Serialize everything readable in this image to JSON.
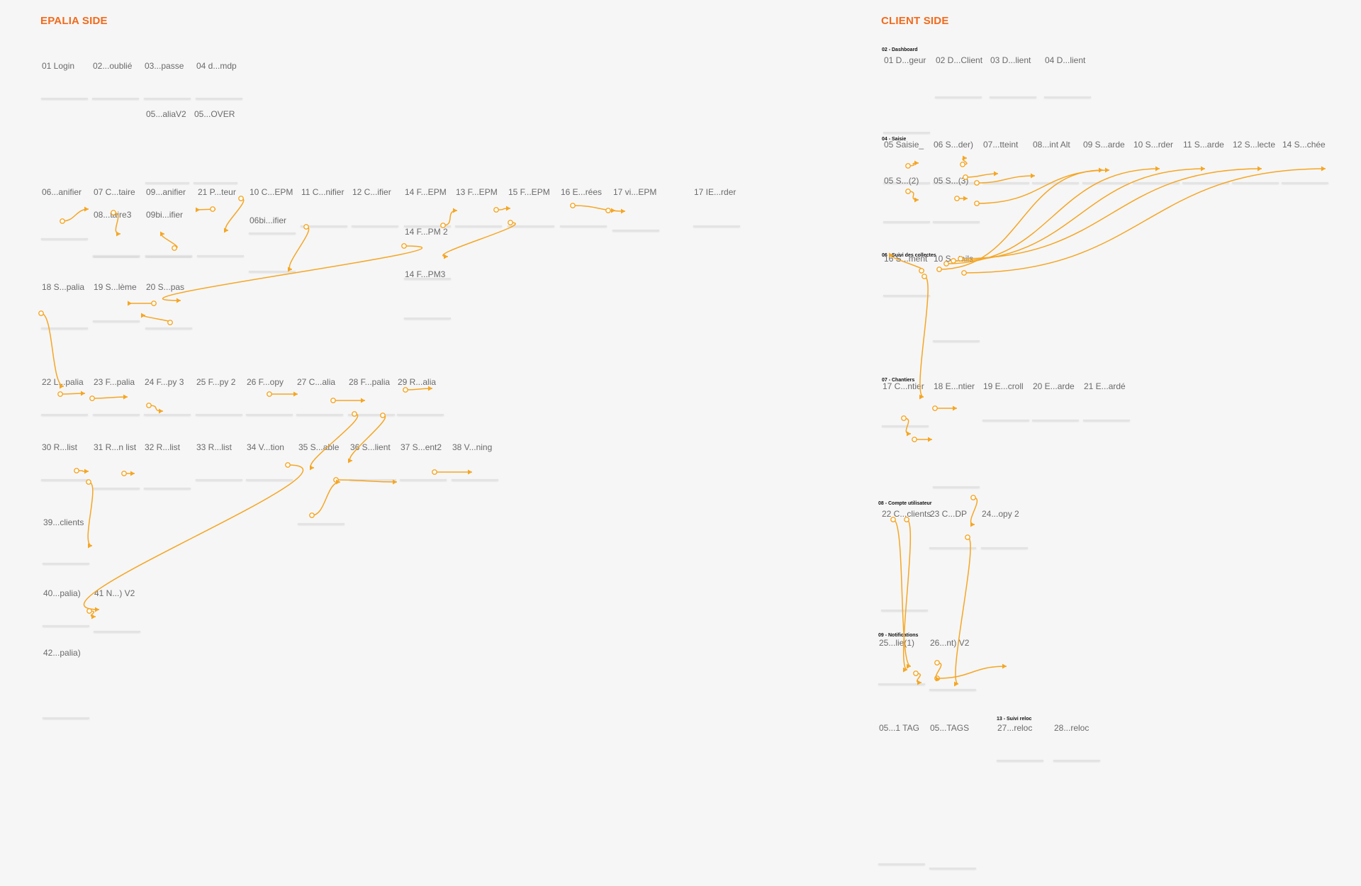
{
  "left_title": "EPALIA SIDE",
  "right_title": "CLIENT SIDE",
  "colors": {
    "title": "#f26a1b",
    "link": "#f5a623",
    "frame": "#ffffff",
    "dimmed_frame": "#c4c6cc"
  },
  "groups": [
    "02 - Dashboard",
    "04 - Saisie",
    "06 - Suivi des collectes",
    "07 - Chantiers",
    "08 - Compte utilisateur",
    "09 - Notifications",
    "13 - Suivi reloc"
  ],
  "left_frames": [
    "01 Login",
    "02...oublié",
    "03...passe",
    "04 d...mdp",
    "05...aliaV2",
    "05...OVER",
    "06...anifier",
    "07 C...taire",
    "09...anifier",
    "21 P...teur",
    "10 C...EPM",
    "11 C...nifier",
    "12 C...ifier",
    "14 F...EPM",
    "13 F...EPM",
    "15 F...EPM",
    "16 E...rées",
    "17 vi...EPM",
    "17 IE...rder",
    "08...taire3",
    "09bi...ifier",
    "06bi...ifier",
    "14 F...PM 2",
    "14 F...PM3",
    "18 S...palia",
    "19 S...lème",
    "20 S...pas",
    "22 L...palia",
    "23 F...palia",
    "24 F...py 3",
    "25 F...py 2",
    "26 F...opy",
    "27 C...alia",
    "28 F...palia",
    "29 R...alia",
    "30 R...list",
    "31 R...n list",
    "32 R...list",
    "33 R...list",
    "34 V...tion",
    "35 S...able",
    "36 S...lient",
    "37 S...ent2",
    "38 V...ning",
    "39...clients",
    "40...palia)",
    "41 N...) V2",
    "42...palia)"
  ],
  "right_frames": [
    "01 D...geur",
    "02 D...Client",
    "03 D...lient",
    "04 D...lient",
    "05 Saisie_",
    "06 S...der)",
    "07...tteint",
    "08...int Alt",
    "09 S...arde",
    "10 S...rder",
    "11 S...arde",
    "12 S...lecte",
    "14 S...chée",
    "05 S...(2)",
    "05 S...(3)",
    "16 S...ment",
    "10 S...tails",
    "17 C...ntier",
    "18 E...ntier",
    "19 E...croll",
    "20 E...arde",
    "21 E...ardé",
    "22 C...clients",
    "23 C...DP",
    "24...opy 2",
    "25...lie(1)",
    "26...nt) V2",
    "05...1 TAG",
    "05...TAGS",
    "27...reloc",
    "28...reloc"
  ]
}
